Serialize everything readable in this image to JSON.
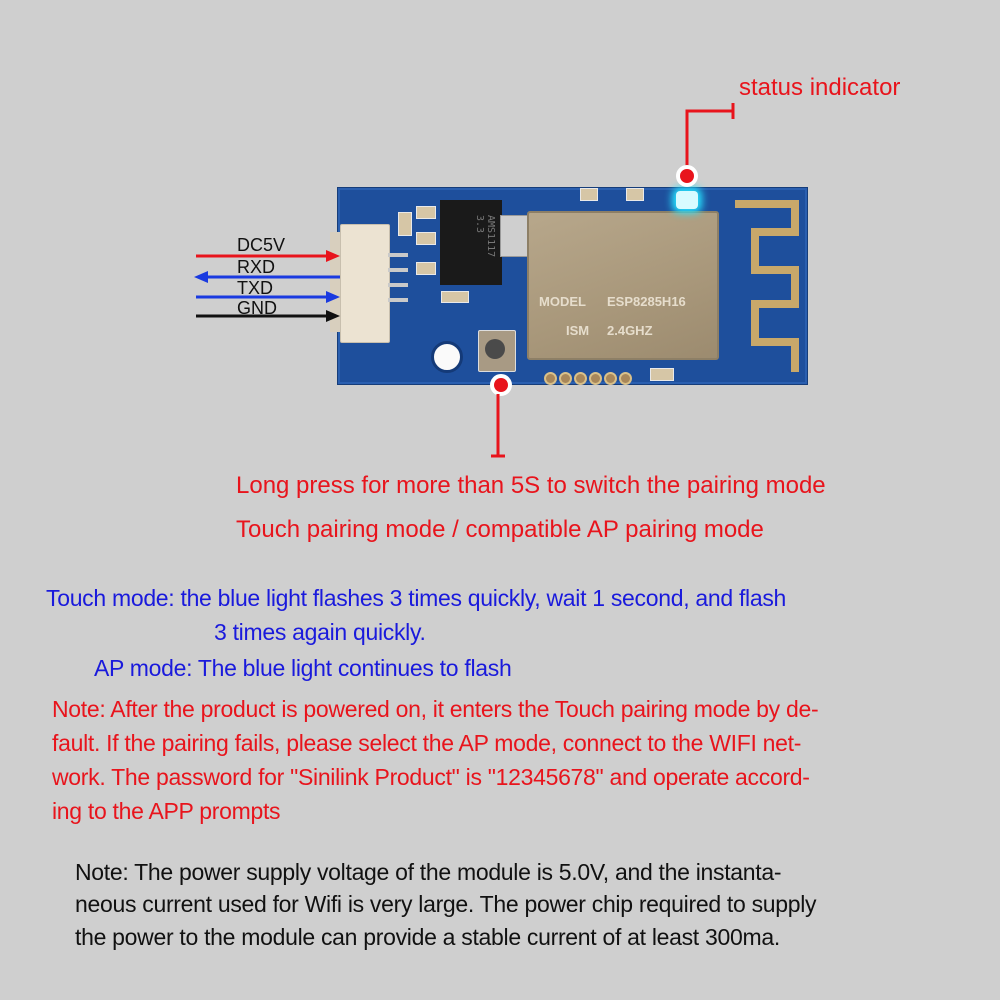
{
  "board": {
    "model_line_label": "MODEL",
    "model_value": "ESP8285H16",
    "ism_label": "ISM",
    "frequency": "2.4GHZ",
    "regulator_marking": "AMS1117 3.3"
  },
  "wires": [
    {
      "label": "DC5V",
      "color": "#e8141c",
      "direction": "in"
    },
    {
      "label": "RXD",
      "color": "#1a3ae0",
      "direction": "out"
    },
    {
      "label": "TXD",
      "color": "#1a3ae0",
      "direction": "in"
    },
    {
      "label": "GND",
      "color": "#111111",
      "direction": "in"
    }
  ],
  "callouts": {
    "status_indicator": "status indicator",
    "button_line1": "Long press for more than 5S to switch the pairing mode",
    "button_line2": "Touch pairing mode / compatible AP pairing mode"
  },
  "modes": {
    "touch_line1": "Touch mode: the blue light flashes 3 times quickly, wait 1 second, and flash",
    "touch_line2": "3  times again quickly.",
    "ap": "AP mode: The blue light continues to flash"
  },
  "note_red": [
    "Note: After the product is powered on, it enters the Touch pairing mode by de-",
    "fault. If the pairing fails, please select the AP mode, connect to the WIFI net-",
    "work. The password for \"Sinilink Product\" is \"12345678\" and operate accord-",
    "ing to the APP prompts"
  ],
  "note_black": [
    "Note: The power supply voltage of the module is 5.0V, and the instanta-",
    "neous current used for Wifi is very large. The power chip required to supply",
    "the power to the module can provide a stable current of at least 300ma."
  ],
  "colors": {
    "background": "#cfcfcf",
    "accent_red": "#e8141c",
    "accent_blue": "#1a1adc",
    "pcb_blue": "#1e4f9c",
    "led_cyan": "#27e4ff"
  }
}
